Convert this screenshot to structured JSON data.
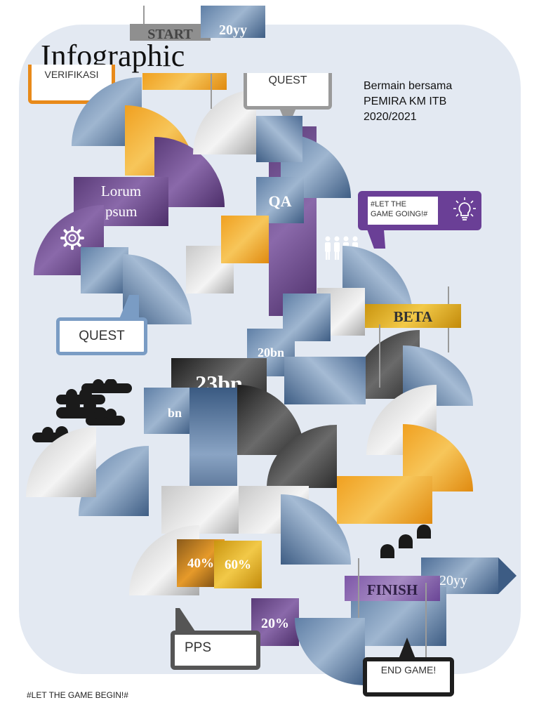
{
  "header": {
    "title": "Infographic",
    "subtitle_line1": "Bermain bersama",
    "subtitle_line2": "PEMIRA KM ITB",
    "subtitle_line3": "2020/2021"
  },
  "labels": {
    "start": "START",
    "top_year": "20yy",
    "verifikasi": "VERIFIKASI",
    "quest_top": "QUEST",
    "qa": "QA",
    "lorum_line1": "Lorum",
    "lorum_line2": "psum",
    "let_game_going_line1": "#LET THE",
    "let_game_going_line2": "GAME GOING!#",
    "beta": "BETA",
    "quest_left": "QUEST",
    "value_20bn": "20bn",
    "value_23bn": "23bn",
    "value_bn": "bn",
    "pct_40": "40%",
    "pct_60": "60%",
    "pct_20": "20%",
    "finish": "FINISH",
    "bottom_year": "20yy",
    "pps": "PPS",
    "end_game": "END GAME!",
    "footer": "#LET THE GAME BEGIN!#"
  },
  "icons": {
    "gear": "gear-icon",
    "lightbulb": "lightbulb-icon",
    "people": "people-icon",
    "clouds": "cloud-icon"
  },
  "colors": {
    "purple": "#5a3b78",
    "orange": "#f0a020",
    "steel_blue": "#5f7fa6",
    "gold": "#e8bb2c",
    "panel": "#e3e9f2"
  }
}
